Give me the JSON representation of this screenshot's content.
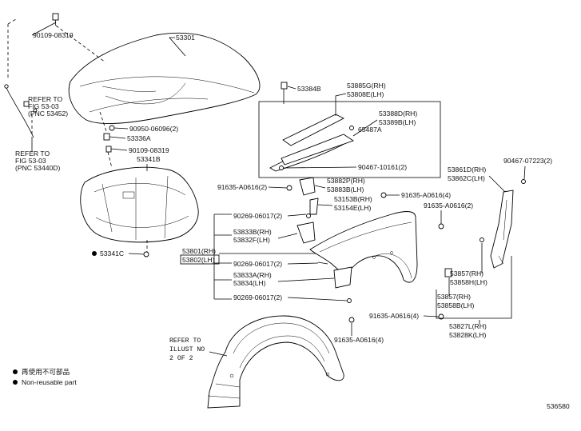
{
  "diagram_code": "536580",
  "labels": {
    "p53301": "53301",
    "p90109a": "90109-08319",
    "refer1": [
      "REFER TO",
      "FIG 53-03",
      "(PNC 53452)"
    ],
    "refer2": [
      "REFER TO",
      "FIG 53-03",
      "(PNC 53440D)"
    ],
    "p90950": "90950-06096(2)",
    "p53336a": "53336A",
    "p90109b": "90109-08319",
    "p53341b": "53341B",
    "p53341c": "53341C",
    "p53384b": "53384B",
    "p53885g": "53885G(RH)",
    "p53808e": "53808E(LH)",
    "p53388d": "53388D(RH)",
    "p53389b": "53389B(LH)",
    "p65487a": "65487A",
    "p90467a": "90467-10161(2)",
    "p91635a": "91635-A0616(2)",
    "p53882p": "53882P(RH)",
    "p53883b": "53883B(LH)",
    "p53153b": "53153B(RH)",
    "p53154e": "53154E(LH)",
    "p91635b": "91635-A0616(4)",
    "p91635c": "91635-A0616(2)",
    "p90269a": "90269-06017(2)",
    "p53833b": "53833B(RH)",
    "p53832f": "53832F(LH)",
    "p53801": "53801(RH)",
    "p53802": "53802(LH)",
    "p90269b": "90269-06017(2)",
    "p53833a": "53833A(RH)",
    "p53834": "53834(LH)",
    "p90269c": "90269-06017(2)",
    "p53861d": "53861D(RH)",
    "p53862c": "53862C(LH)",
    "p90467b": "90467-07223(2)",
    "p53857": "53857(RH)",
    "p53858h": "53858H(LH)",
    "p53857b": "53857(RH)",
    "p53858b": "53858B(LH)",
    "p91635d": "91635-A0616(4)",
    "p91635e": "91635-A0616(4)",
    "p53827l": "53827L(RH)",
    "p53828k": "53828K(LH)",
    "refer3": [
      "REFER TO",
      "ILLUST NO",
      "2 OF 2"
    ]
  },
  "legend": {
    "jp": "再使用不可部品",
    "en": "Non-reusable part"
  }
}
